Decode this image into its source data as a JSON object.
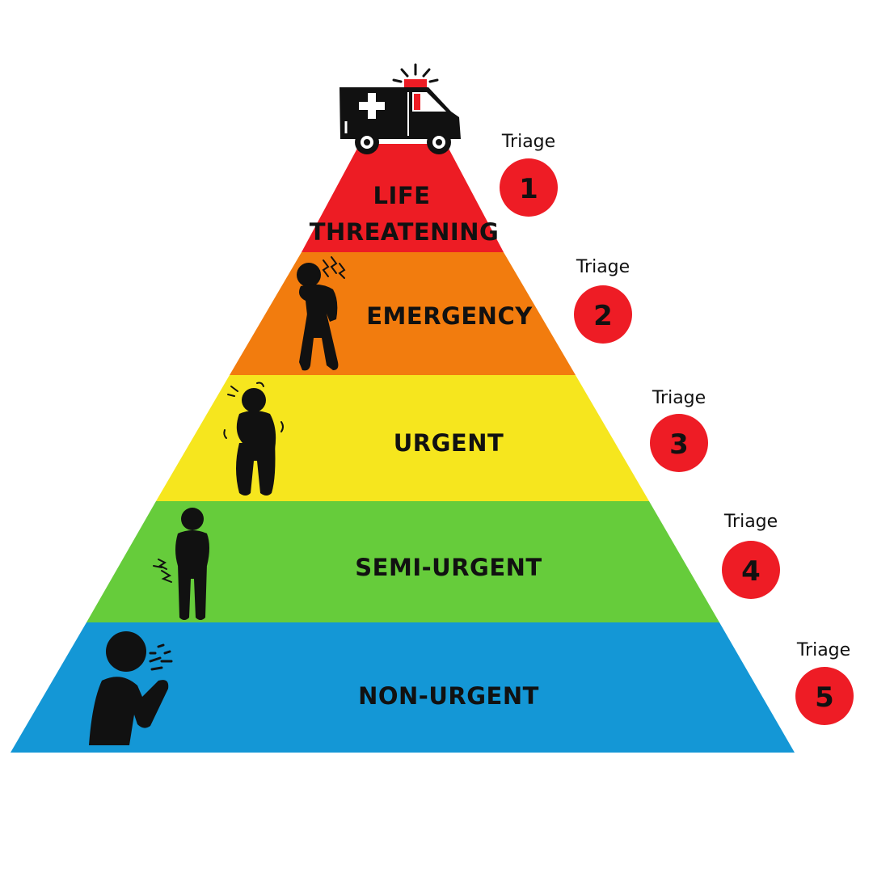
{
  "levels": [
    {
      "id": "level-1",
      "label_lines": [
        "LIFE",
        "THREATENING"
      ],
      "color": "#ed1c24",
      "triage_caption": "Triage",
      "triage_number": "1",
      "icon": "ambulance-icon"
    },
    {
      "id": "level-2",
      "label_lines": [
        "EMERGENCY"
      ],
      "color": "#f27c0e",
      "triage_caption": "Triage",
      "triage_number": "2",
      "icon": "chest-pain-person-icon"
    },
    {
      "id": "level-3",
      "label_lines": [
        "URGENT"
      ],
      "color": "#f6e61e",
      "triage_caption": "Triage",
      "triage_number": "3",
      "icon": "stomach-pain-person-icon"
    },
    {
      "id": "level-4",
      "label_lines": [
        "SEMI-URGENT"
      ],
      "color": "#66cc3b",
      "triage_caption": "Triage",
      "triage_number": "4",
      "icon": "abdominal-pain-person-icon"
    },
    {
      "id": "level-5",
      "label_lines": [
        "NON-URGENT"
      ],
      "color": "#1497d6",
      "triage_caption": "Triage",
      "triage_number": "5",
      "icon": "coughing-person-icon"
    }
  ],
  "badge_color": "#ee1c25"
}
